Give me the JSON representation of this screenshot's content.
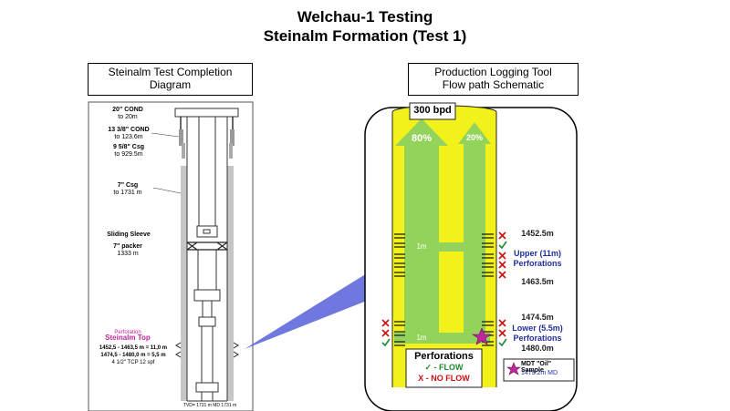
{
  "title": {
    "line1": "Welchau-1 Testing",
    "line2": "Steinalm Formation (Test 1)"
  },
  "left_panel": {
    "heading_line1": "Steinalm Test Completion",
    "heading_line2": "Diagram",
    "labels": {
      "cond_20": "20\" COND",
      "cond_20_depth": "to 20m",
      "cond_13": "13 3/8\" COND",
      "cond_13_depth": "to 123.6m",
      "csg_958": "9 5/8\" Csg",
      "csg_958_depth": "to 929.5m",
      "csg_7": "7\" Csg",
      "csg_7_depth": "to 1731 m",
      "sliding_sleeve": "Sliding Sleeve",
      "packer": "7\" packer",
      "packer_depth": "1333 m",
      "perforation_small": "Perforation",
      "steinalm_top": "Steinalm Top",
      "perf_interval_1": "1452,5 - 1463,5 m = 11,0 m",
      "perf_interval_2": "1474,5 - 1480,0 m = 5,5 m",
      "tcp": "4 1/2\" TCP 12 spf",
      "td_footer": "TVD= 1731 m     MD 1731 m"
    }
  },
  "right_panel": {
    "heading_line1": "Production Logging Tool",
    "heading_line2": "Flow path Schematic",
    "rate": "300 bpd",
    "pct_main": "80%",
    "pct_side": "20%",
    "cross_upper": "1m",
    "cross_lower": "1m",
    "depth_1452": "1452.5m",
    "upper_line1": "Upper (11m)",
    "upper_line2": "Perforations",
    "depth_1463": "1463.5m",
    "depth_1474": "1474.5m",
    "lower_line1": "Lower (5.5m)",
    "lower_line2": "Perforations",
    "depth_1480": "1480.0m",
    "legend": {
      "title": "Perforations",
      "flow": "✓ - FLOW",
      "noflow": "X - NO FLOW"
    },
    "mdt": {
      "label": "MDT \"Oil\" Sample",
      "depth": "1479.2m MD"
    }
  },
  "colors": {
    "tube_yellow": "#f2f21a",
    "flow_green": "#93d35b",
    "arrow_green": "#7cc84a",
    "blue_text": "#1f2f9a",
    "magenta": "#c0269b",
    "no_flow_red": "#d01010",
    "flow_green_check": "#1e8a2a",
    "connector_blue": "#5560d8"
  },
  "icons": [
    "check-icon",
    "cross-icon",
    "star-icon",
    "up-arrow-icon"
  ]
}
